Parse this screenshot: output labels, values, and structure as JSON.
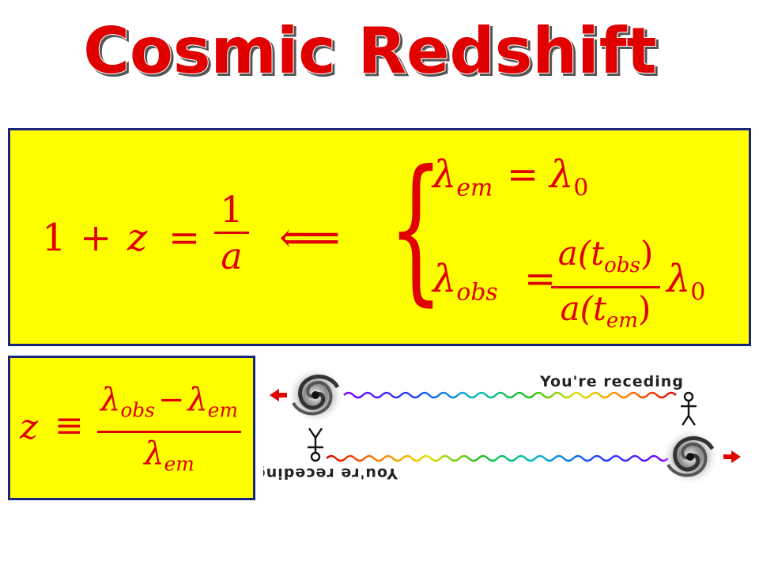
{
  "title": "Cosmic Redshift",
  "colors": {
    "title": "#e00000",
    "panel": "#ffff00",
    "border": "#1a237e",
    "math": "#e00000",
    "arrow": "#e00000"
  },
  "main_equation": {
    "lhs_one": "1",
    "lhs_plus": "+",
    "lhs_z": "z",
    "equals": "=",
    "frac_num": "1",
    "frac_den": "a",
    "implied_by": "⟸",
    "brace": "{",
    "line1_lambda": "λ",
    "line1_sub": "em",
    "line1_equals": "=",
    "line1_rhs": "λ",
    "line1_rhs_sub": "0",
    "line2_lambda": "λ",
    "line2_sub": "obs",
    "line2_equals": "=",
    "line2_num": "a(t",
    "line2_num_sub": "obs",
    "line2_num_close": ")",
    "line2_den": "a(t",
    "line2_den_sub": "em",
    "line2_den_close": ")",
    "line2_tail": "λ",
    "line2_tail_sub": "0"
  },
  "definition": {
    "z": "z",
    "equiv": "≡",
    "num_l1": "λ",
    "num_l1_sub": "obs",
    "minus": "−",
    "num_l2": "λ",
    "num_l2_sub": "em",
    "den": "λ",
    "den_sub": "em"
  },
  "illustration": {
    "label_top": "You're receding",
    "label_bottom": "You're receding",
    "top_icon": "spiral-galaxy-icon",
    "bottom_icon": "spiral-galaxy-icon",
    "observer_icon": "stick-figure-icon"
  }
}
